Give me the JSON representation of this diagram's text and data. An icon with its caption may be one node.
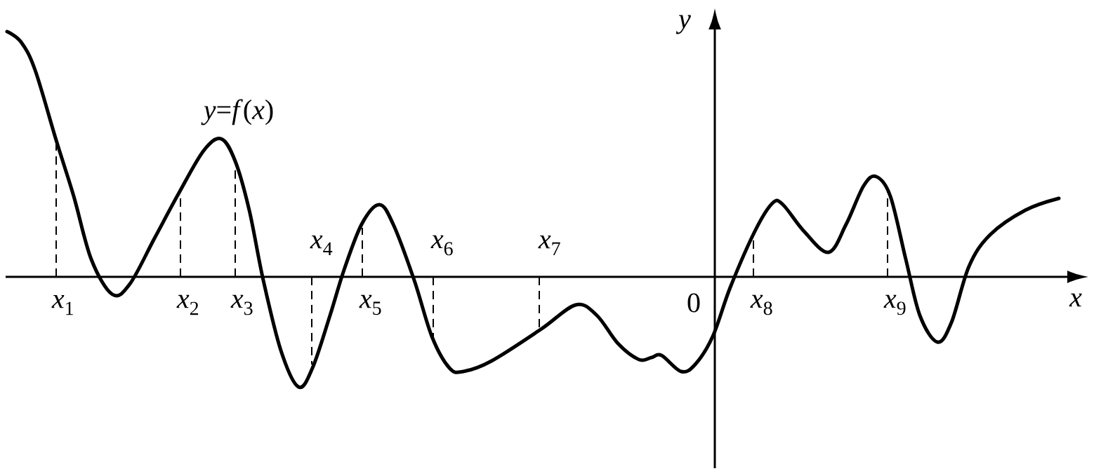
{
  "diagram": {
    "labels": [
      "y",
      "*y*=*f*(*x*)",
      "*x*$_{4}$",
      "*x*$_{6}$",
      "*x*$_{7}$",
      "*x*$_{1}$",
      "*x*$_{2}$",
      "*x*$_{3}$",
      "*x*$_{5}$",
      "0",
      "*x*$_{8}$",
      "*x*$_{9}$",
      "x"
    ]
  }
}
